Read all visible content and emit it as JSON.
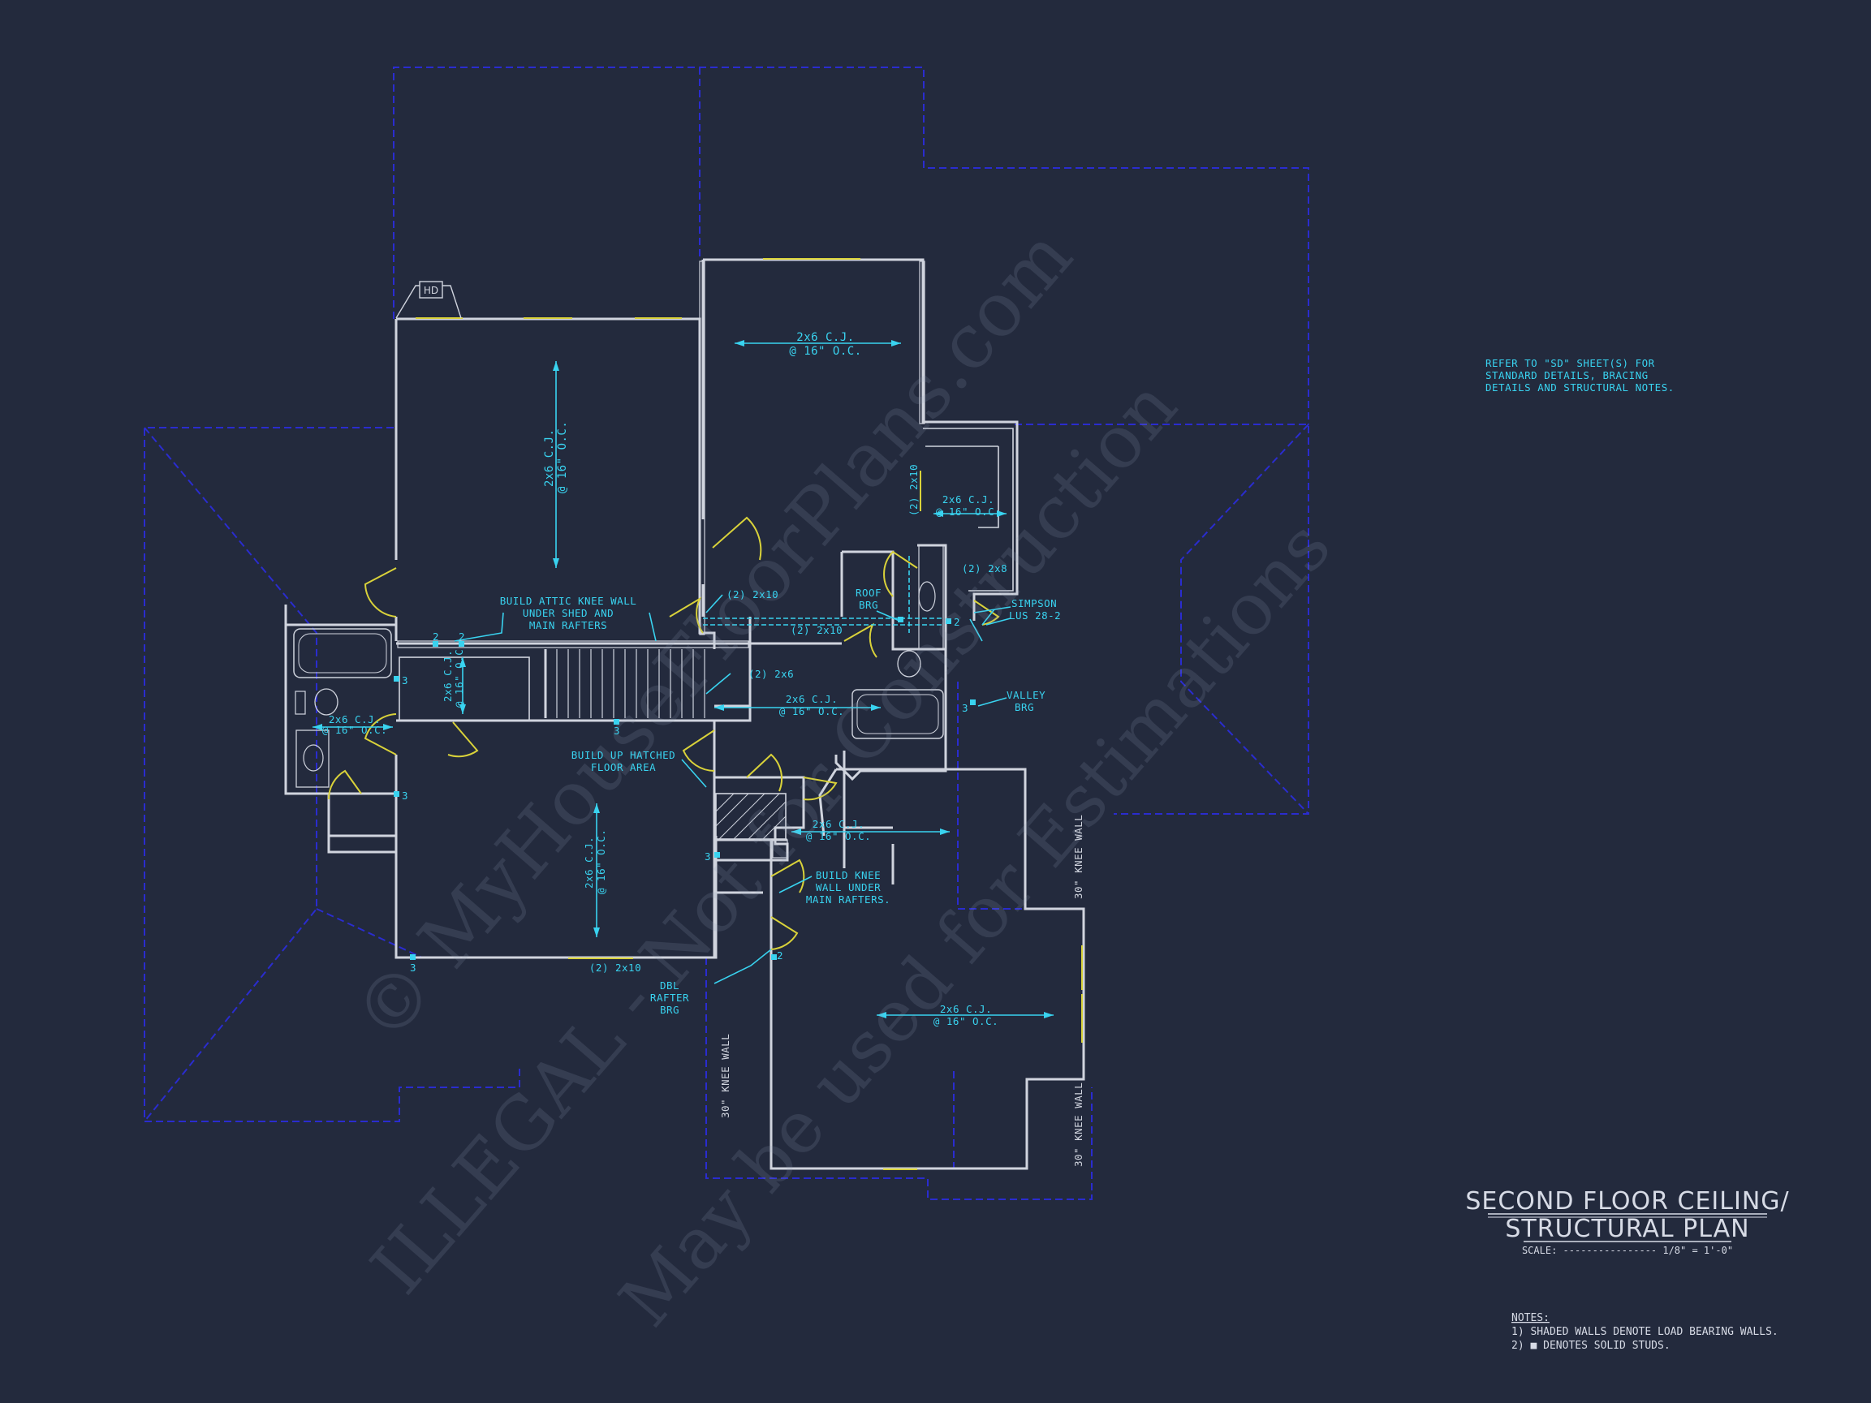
{
  "drawing": {
    "title_line1": "SECOND FLOOR CEILING/",
    "title_line2": "STRUCTURAL PLAN",
    "scale_label": "SCALE: ---------------- 1/8\" = 1'-0\"",
    "refer_note": [
      "REFER TO \"SD\" SHEET(S) FOR",
      "STANDARD DETAILS, BRACING",
      "DETAILS AND STRUCTURAL NOTES."
    ],
    "notes_header": "NOTES:",
    "notes": [
      "1) SHADED WALLS DENOTE LOAD BEARING WALLS.",
      "2)  ■  DENOTES SOLID STUDS."
    ]
  },
  "watermark": {
    "line1": "© MyHouseFloorPlans.com",
    "line2": "ILLEGAL - Not for Construction",
    "line3": "May be used for Estimations"
  },
  "labels": {
    "cj_top_room": "2x6 C.J.",
    "oc_top_room": "@ 16\" O.C.",
    "cj_left_room": "2x6 C.J.",
    "oc_left_room": "@ 16\" O.C.",
    "cj_small_right": "2x6 C.J.",
    "oc_small_right": "@ 16\" O.C.",
    "header_2x10_vert": "(2) 2x10",
    "header_2x8": "(2) 2x8",
    "roof_brg_1": "ROOF",
    "roof_brg_2": "BRG",
    "simpson_1": "SIMPSON",
    "simpson_2": "LUS 28-2",
    "attic_1": "BUILD ATTIC KNEE WALL",
    "attic_2": "UNDER SHED AND",
    "attic_3": "MAIN RAFTERS",
    "header_2x10_a": "(2) 2x10",
    "header_2x10_b": "(2) 2x10",
    "header_2x6": "(2) 2x6",
    "cj_hall": "2x6 C.J.",
    "oc_hall": "@ 16\" O.C.",
    "cj_closet": "2x6 C.J.",
    "oc_closet": "@ 16\" O.C.",
    "cj_bath": "2x6 C.J.",
    "oc_bath": "@ 16\" O.C.",
    "valley_1": "VALLEY",
    "valley_2": "BRG",
    "hatched_1": "BUILD UP HATCHED",
    "hatched_2": "FLOOR AREA",
    "cj_lower_left": "2x6 C.J.",
    "oc_lower_left": "@ 16\" O.C.",
    "cj_mid": "2x6 C.J.",
    "oc_mid": "@ 16\" O.C.",
    "knee_1": "BUILD KNEE",
    "knee_2": "WALL UNDER",
    "knee_3": "MAIN RAFTERS.",
    "header_2x10_bottom": "(2) 2x10",
    "dbl_1": "DBL",
    "dbl_2": "RAFTER",
    "dbl_3": "BRG",
    "cj_lower_right": "2x6 C.J.",
    "oc_lower_right": "@ 16\" O.C.",
    "knee_wall_a": "30\" KNEE WALL",
    "knee_wall_b": "30\" KNEE WALL",
    "knee_wall_c": "30\" KNEE WALL",
    "hd": "HD",
    "n2a": "2",
    "n2b": "2",
    "n2c": "2",
    "n2d": "2",
    "n3a": "3",
    "n3b": "3",
    "n3c": "3",
    "n3d": "3",
    "n3e": "3",
    "n3f": "3"
  },
  "colors": {
    "background": "#232a3d",
    "walls": "#d0d4de",
    "annotations": "#39d3f0",
    "roof_lines": "#2a2ccf",
    "windows_doors": "#d9d23a"
  }
}
